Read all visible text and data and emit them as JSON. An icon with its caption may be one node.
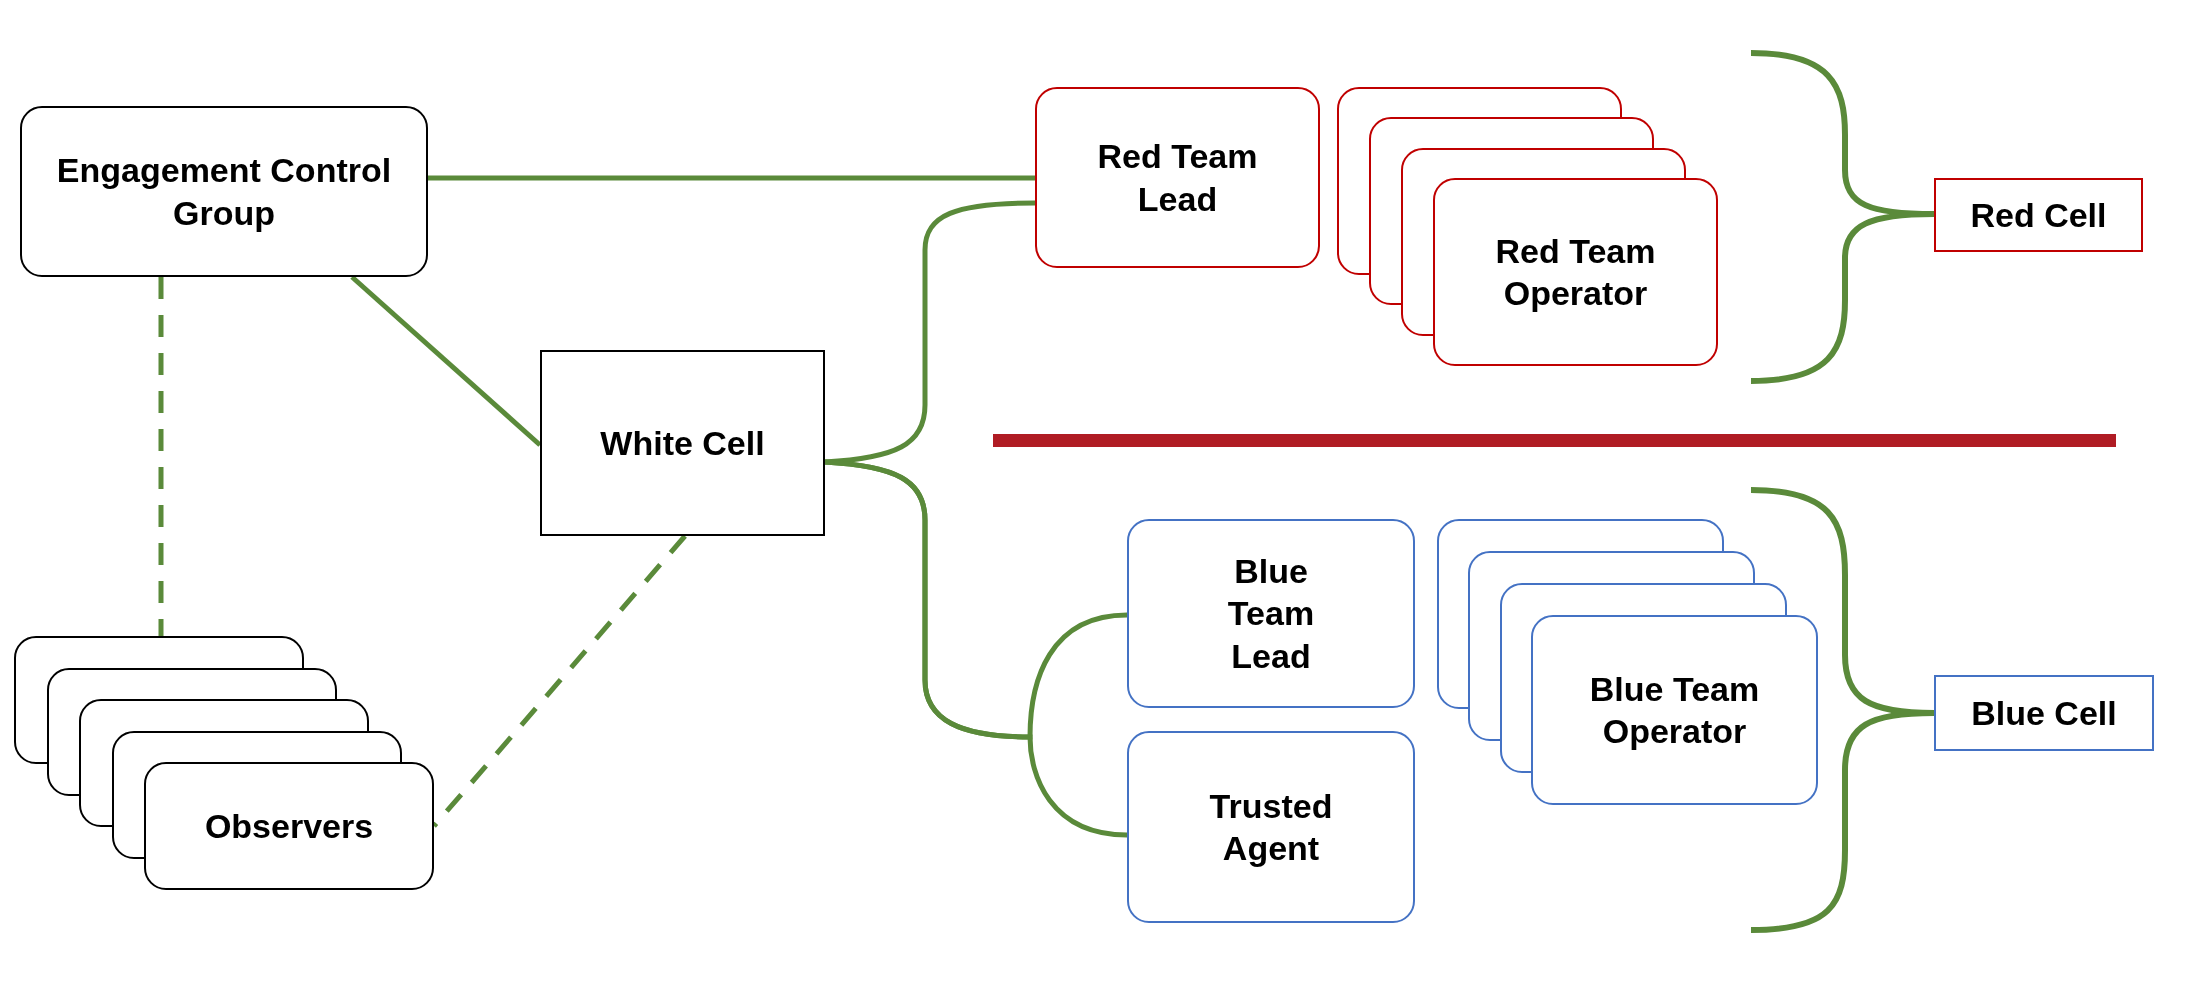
{
  "diagram": {
    "nodes": [
      {
        "text": [
          "Engagement Control Group"
        ]
      },
      {
        "text": [
          "White Cell"
        ]
      },
      {
        "text": [
          "Observers"
        ]
      },
      {
        "text": [
          "Red Team Lead"
        ]
      },
      {
        "text": [
          "Red Team Operator"
        ]
      },
      {
        "text": [
          "Red Cell"
        ]
      },
      {
        "text": [
          "Blue Team Lead"
        ]
      },
      {
        "text": [
          "Trusted Agent"
        ]
      },
      {
        "text": [
          "Blue Team Operator"
        ]
      },
      {
        "text": [
          "Blue Cell"
        ]
      }
    ],
    "edges": [
      {
        "from": 0,
        "to": 3,
        "arrow": "none"
      },
      {
        "from": 0,
        "to": 1,
        "arrow": "none"
      },
      {
        "from": 0,
        "to": 2,
        "arrow": "none",
        "style": "dashed"
      },
      {
        "from": 1,
        "to": 2,
        "arrow": "none",
        "style": "dashed"
      },
      {
        "from": 1,
        "to": 3,
        "arrow": "none"
      },
      {
        "from": 1,
        "to": 6,
        "arrow": "none"
      },
      {
        "from": 1,
        "to": 7,
        "arrow": "none"
      }
    ]
  }
}
